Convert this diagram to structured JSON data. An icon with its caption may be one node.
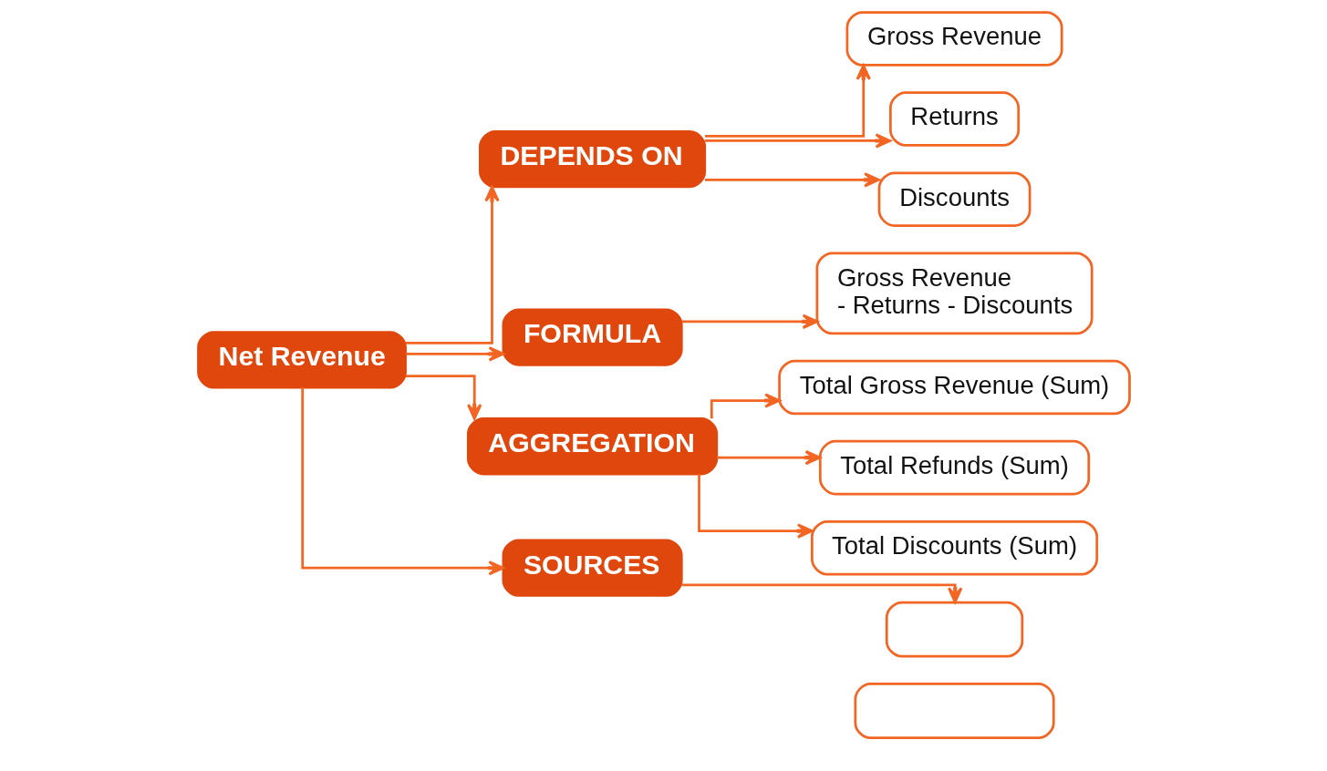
{
  "diagram": {
    "nodes": [
      {
        "text": [
          "Net Revenue"
        ]
      },
      {
        "text": [
          "DEPENDS ON"
        ]
      },
      {
        "text": [
          "Gross Revenue"
        ]
      },
      {
        "text": [
          "Returns"
        ]
      },
      {
        "text": [
          "Discounts"
        ]
      },
      {
        "text": [
          "FORMULA"
        ]
      },
      {
        "text": [
          "Gross Revenue - Returns - Discounts"
        ]
      },
      {
        "text": [
          "AGGREGATION"
        ]
      },
      {
        "text": [
          "Total Gross Revenue (Sum)"
        ]
      },
      {
        "text": [
          "Total Refunds (Sum)"
        ]
      },
      {
        "text": [
          "Total Discounts (Sum)"
        ]
      },
      {
        "text": [
          "SOURCES"
        ]
      },
      {
        "text": [],
        "shape": "box"
      },
      {
        "text": [],
        "shape": "box"
      }
    ],
    "edges": [
      {
        "from": 0,
        "to": 1,
        "arrow": "to"
      },
      {
        "from": 0,
        "to": 5,
        "arrow": "to"
      },
      {
        "from": 0,
        "to": 7,
        "arrow": "to"
      },
      {
        "from": 0,
        "to": 11,
        "arrow": "to"
      },
      {
        "from": 1,
        "to": 2,
        "arrow": "to"
      },
      {
        "from": 1,
        "to": 3,
        "arrow": "to"
      },
      {
        "from": 1,
        "to": 4,
        "arrow": "to"
      },
      {
        "from": 5,
        "to": 6,
        "arrow": "to"
      },
      {
        "from": 7,
        "to": 8,
        "arrow": "to"
      },
      {
        "from": 7,
        "to": 9,
        "arrow": "to"
      },
      {
        "from": 7,
        "to": 10,
        "arrow": "to"
      },
      {
        "from": 11,
        "to": 12,
        "arrow": "to"
      }
    ]
  }
}
